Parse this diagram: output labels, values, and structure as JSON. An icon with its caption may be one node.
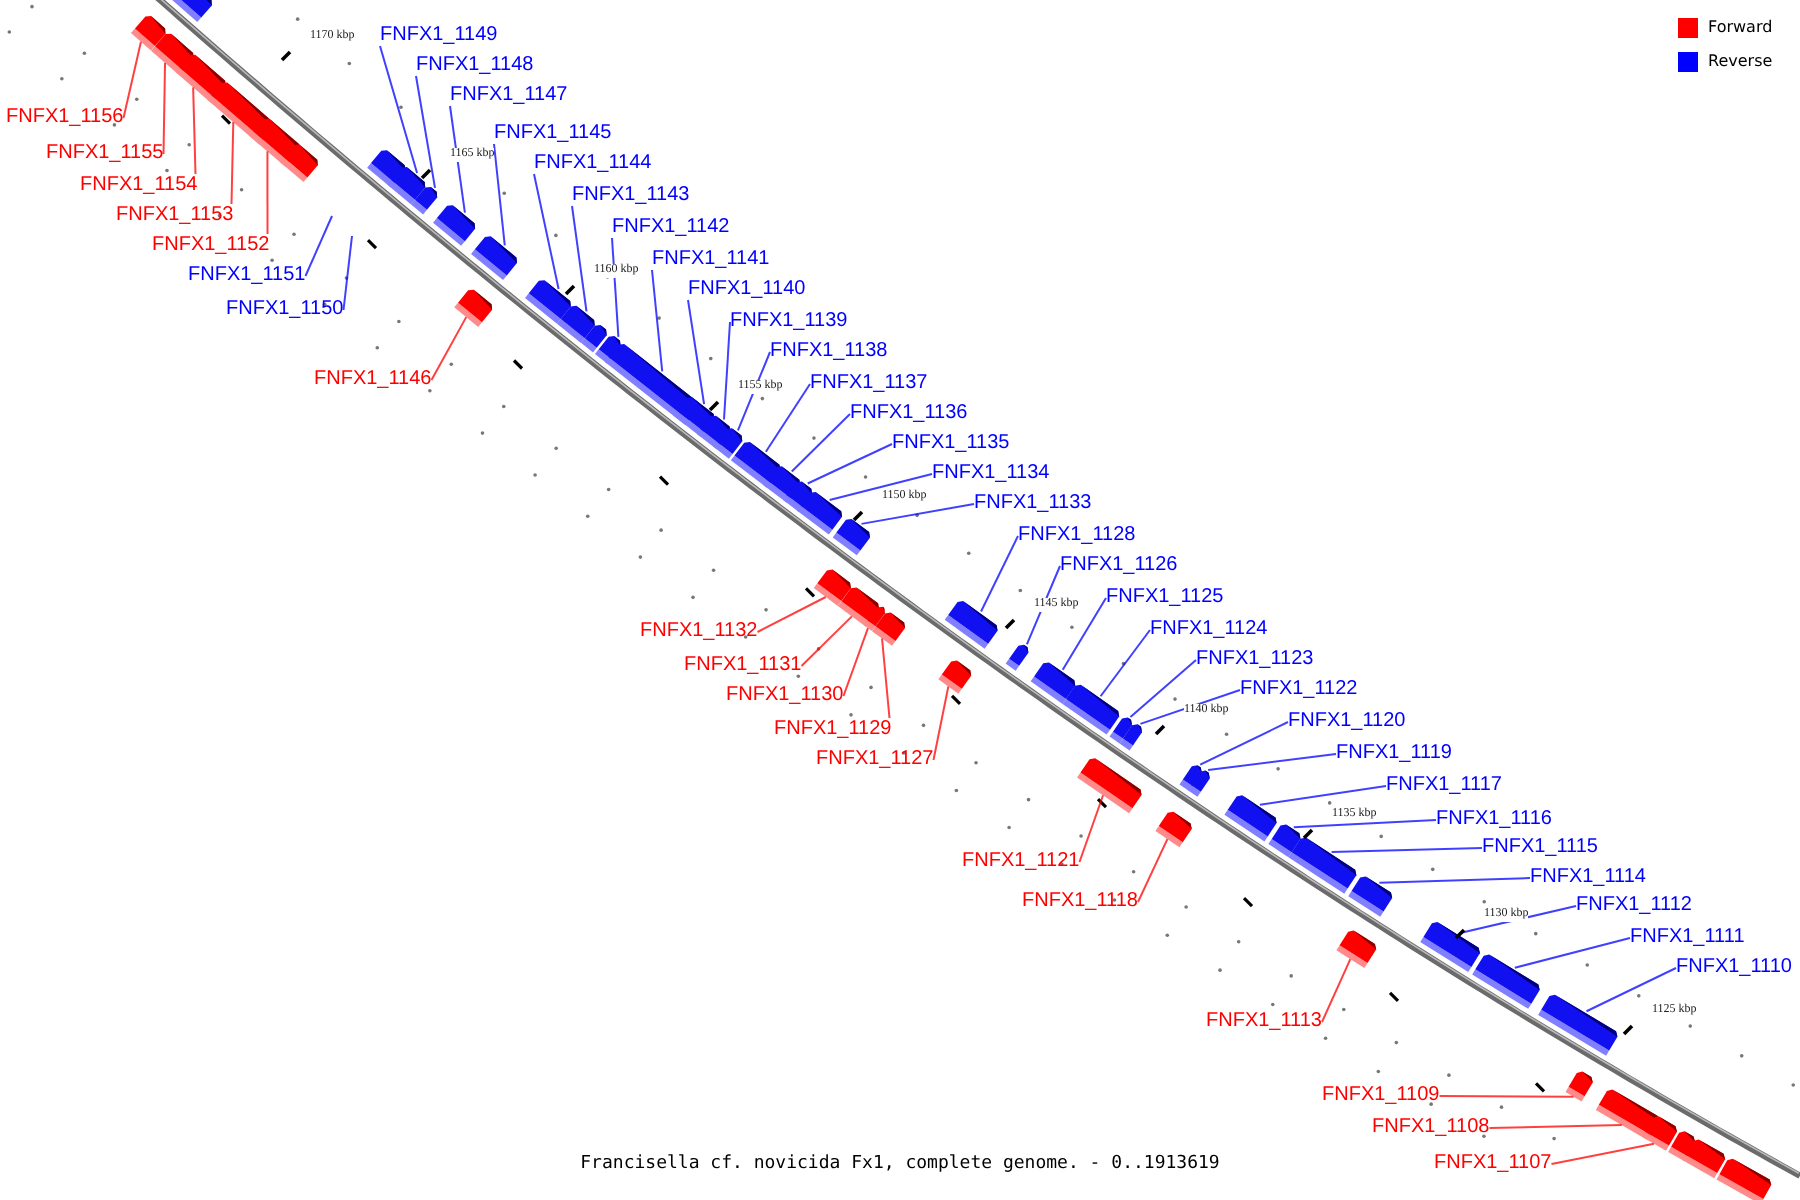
{
  "diagram": {
    "caption": "Francisella cf. novicida Fx1, complete genome. - 0..1913619",
    "nodes": [
      {
        "text": [
          "FNFX1_1149"
        ]
      },
      {
        "text": [
          "FNFX1_1148"
        ]
      },
      {
        "text": [
          "FNFX1_1147"
        ]
      },
      {
        "text": [
          "FNFX1_1156"
        ]
      },
      {
        "text": [
          "FNFX1_1145"
        ]
      },
      {
        "text": [
          "FNFX1_1155"
        ]
      },
      {
        "text": [
          "FNFX1_1144"
        ]
      },
      {
        "text": [
          "FNFX1_1154"
        ]
      },
      {
        "text": [
          "FNFX1_1143"
        ]
      },
      {
        "text": [
          "FNFX1_1153"
        ]
      },
      {
        "text": [
          "FNFX1_1142"
        ]
      },
      {
        "text": [
          "FNFX1_1152"
        ]
      },
      {
        "text": [
          "FNFX1_1141"
        ]
      },
      {
        "text": [
          "FNFX1_1151"
        ]
      },
      {
        "text": [
          "FNFX1_1140"
        ]
      },
      {
        "text": [
          "FNFX1_1150"
        ]
      },
      {
        "text": [
          "FNFX1_1139"
        ]
      },
      {
        "text": [
          "FNFX1_1138"
        ]
      },
      {
        "text": [
          "FNFX1_1146"
        ]
      },
      {
        "text": [
          "FNFX1_1137"
        ]
      },
      {
        "text": [
          "FNFX1_1136"
        ]
      },
      {
        "text": [
          "FNFX1_1135"
        ]
      },
      {
        "text": [
          "FNFX1_1134"
        ]
      },
      {
        "text": [
          "FNFX1_1133"
        ]
      },
      {
        "text": [
          "FNFX1_1128"
        ]
      },
      {
        "text": [
          "FNFX1_1126"
        ]
      },
      {
        "text": [
          "FNFX1_1125"
        ]
      },
      {
        "text": [
          "FNFX1_1124"
        ]
      },
      {
        "text": [
          "FNFX1_1132"
        ]
      },
      {
        "text": [
          "FNFX1_1123"
        ]
      },
      {
        "text": [
          "FNFX1_1131"
        ]
      },
      {
        "text": [
          "FNFX1_1122"
        ]
      },
      {
        "text": [
          "FNFX1_1130"
        ]
      },
      {
        "text": [
          "FNFX1_1120"
        ]
      },
      {
        "text": [
          "FNFX1_1129"
        ]
      },
      {
        "text": [
          "FNFX1_1119"
        ]
      },
      {
        "text": [
          "FNFX1_1127"
        ]
      },
      {
        "text": [
          "FNFX1_1117"
        ]
      },
      {
        "text": [
          "FNFX1_1116"
        ]
      },
      {
        "text": [
          "FNFX1_1115"
        ]
      },
      {
        "text": [
          "FNFX1_1121"
        ]
      },
      {
        "text": [
          "FNFX1_1114"
        ]
      },
      {
        "text": [
          "FNFX1_1118"
        ]
      },
      {
        "text": [
          "FNFX1_1112"
        ]
      },
      {
        "text": [
          "FNFX1_1111"
        ]
      },
      {
        "text": [
          "FNFX1_1110"
        ]
      },
      {
        "text": [
          "FNFX1_1113"
        ]
      },
      {
        "text": [
          "FNFX1_1109"
        ]
      },
      {
        "text": [
          "FNFX1_1108"
        ]
      },
      {
        "text": [
          "FNFX1_1107"
        ]
      },
      {
        "text": [],
        "shape": "bar"
      },
      {
        "text": [],
        "shape": "bar"
      },
      {
        "text": [],
        "shape": "bar"
      },
      {
        "text": [],
        "shape": "bar"
      },
      {
        "text": [],
        "shape": "bar"
      },
      {
        "text": [],
        "shape": "bar"
      },
      {
        "text": [],
        "shape": "bar"
      },
      {
        "text": [],
        "shape": "bar"
      },
      {
        "text": [],
        "shape": "bar"
      },
      {
        "text": [],
        "shape": "bar"
      },
      {
        "text": [],
        "shape": "bar"
      },
      {
        "text": [],
        "shape": "bar"
      },
      {
        "text": [],
        "shape": "bar"
      },
      {
        "text": [],
        "shape": "bar"
      },
      {
        "text": [],
        "shape": "bar"
      },
      {
        "text": [],
        "shape": "bar"
      },
      {
        "text": [],
        "shape": "bar"
      },
      {
        "text": [],
        "shape": "bar"
      },
      {
        "text": [],
        "shape": "bar"
      },
      {
        "text": [],
        "shape": "bar"
      },
      {
        "text": [],
        "shape": "bar"
      },
      {
        "text": [],
        "shape": "bar"
      },
      {
        "text": [],
        "shape": "bar"
      },
      {
        "text": [],
        "shape": "bar"
      },
      {
        "text": [],
        "shape": "bar"
      },
      {
        "text": [],
        "shape": "bar"
      },
      {
        "text": [],
        "shape": "bar"
      },
      {
        "text": [],
        "shape": "bar"
      },
      {
        "text": [],
        "shape": "bar"
      },
      {
        "text": [],
        "shape": "bar"
      },
      {
        "text": [],
        "shape": "bar"
      },
      {
        "text": [],
        "shape": "bar"
      },
      {
        "text": [],
        "shape": "bar"
      },
      {
        "text": [],
        "shape": "bar"
      },
      {
        "text": [],
        "shape": "bar"
      },
      {
        "text": [],
        "shape": "bar"
      },
      {
        "text": [],
        "shape": "bar"
      },
      {
        "text": [],
        "shape": "bar"
      },
      {
        "text": [],
        "shape": "bar"
      },
      {
        "text": [],
        "shape": "bar"
      },
      {
        "text": [],
        "shape": "bar"
      },
      {
        "text": [],
        "shape": "bar"
      },
      {
        "text": [],
        "shape": "bar"
      },
      {
        "text": [],
        "shape": "bar"
      },
      {
        "text": [],
        "shape": "bar"
      },
      {
        "text": [],
        "shape": "bar"
      },
      {
        "text": [],
        "shape": "bar"
      },
      {
        "text": [],
        "shape": "bar"
      },
      {
        "text": [],
        "shape": "bar"
      },
      {
        "text": [],
        "shape": "bar"
      },
      {
        "text": [],
        "shape": "bar"
      },
      {
        "text": [],
        "shape": "bar"
      },
      {
        "text": [],
        "shape": "bar"
      },
      {
        "text": [],
        "shape": "bar"
      },
      {
        "text": [],
        "shape": "bar"
      }
    ],
    "edges": [
      {
        "from": 0,
        "to": 58,
        "arrow": "none"
      },
      {
        "from": 1,
        "to": 59,
        "arrow": "none"
      },
      {
        "from": 2,
        "to": 60,
        "arrow": "none"
      },
      {
        "from": 3,
        "to": 50,
        "arrow": "none",
        "color": "#ff0000"
      },
      {
        "from": 4,
        "to": 61,
        "arrow": "none"
      },
      {
        "from": 5,
        "to": 52,
        "arrow": "none",
        "color": "#ff0000"
      },
      {
        "from": 6,
        "to": 63,
        "arrow": "none"
      },
      {
        "from": 7,
        "to": 53,
        "arrow": "none",
        "color": "#ff0000"
      },
      {
        "from": 8,
        "to": 64,
        "arrow": "none"
      },
      {
        "from": 9,
        "to": 54,
        "arrow": "none",
        "color": "#ff0000"
      },
      {
        "from": 10,
        "to": 66,
        "arrow": "none"
      },
      {
        "from": 11,
        "to": 55,
        "arrow": "none",
        "color": "#ff0000"
      },
      {
        "from": 12,
        "to": 67,
        "arrow": "none"
      },
      {
        "from": 13,
        "to": null,
        "arrow": "none"
      },
      {
        "from": 14,
        "to": 68,
        "arrow": "none"
      },
      {
        "from": 15,
        "to": null,
        "arrow": "none"
      },
      {
        "from": 16,
        "to": 69,
        "arrow": "none"
      },
      {
        "from": 17,
        "to": 70,
        "arrow": "none"
      },
      {
        "from": 18,
        "to": 62,
        "arrow": "none",
        "color": "#ff0000"
      },
      {
        "from": 19,
        "to": 71,
        "arrow": "none"
      },
      {
        "from": 20,
        "to": 72,
        "arrow": "none"
      },
      {
        "from": 21,
        "to": 73,
        "arrow": "none"
      },
      {
        "from": 22,
        "to": 74,
        "arrow": "none"
      },
      {
        "from": 23,
        "to": 75,
        "arrow": "none"
      },
      {
        "from": 24,
        "to": 80,
        "arrow": "none"
      },
      {
        "from": 25,
        "to": 82,
        "arrow": "none"
      },
      {
        "from": 26,
        "to": 83,
        "arrow": "none"
      },
      {
        "from": 27,
        "to": 84,
        "arrow": "none"
      },
      {
        "from": 28,
        "to": 76,
        "arrow": "none",
        "color": "#ff0000"
      },
      {
        "from": 29,
        "to": 85,
        "arrow": "none"
      },
      {
        "from": 30,
        "to": 77,
        "arrow": "none",
        "color": "#ff0000"
      },
      {
        "from": 31,
        "to": 86,
        "arrow": "none"
      },
      {
        "from": 32,
        "to": 78,
        "arrow": "none",
        "color": "#ff0000"
      },
      {
        "from": 33,
        "to": 88,
        "arrow": "none"
      },
      {
        "from": 34,
        "to": 79,
        "arrow": "none",
        "color": "#ff0000"
      },
      {
        "from": 35,
        "to": 89,
        "arrow": "none"
      },
      {
        "from": 36,
        "to": 81,
        "arrow": "none",
        "color": "#ff0000"
      },
      {
        "from": 37,
        "to": 91,
        "arrow": "none"
      },
      {
        "from": 38,
        "to": 92,
        "arrow": "none"
      },
      {
        "from": 39,
        "to": 93,
        "arrow": "none"
      },
      {
        "from": 40,
        "to": 87,
        "arrow": "none",
        "color": "#ff0000"
      },
      {
        "from": 41,
        "to": 94,
        "arrow": "none"
      },
      {
        "from": 42,
        "to": 90,
        "arrow": "none",
        "color": "#ff0000"
      },
      {
        "from": 43,
        "to": 96,
        "arrow": "none"
      },
      {
        "from": 44,
        "to": 97,
        "arrow": "none"
      },
      {
        "from": 45,
        "to": 98,
        "arrow": "none"
      },
      {
        "from": 46,
        "to": 95,
        "arrow": "none",
        "color": "#ff0000"
      },
      {
        "from": 47,
        "to": 99,
        "arrow": "none",
        "color": "#ff0000"
      },
      {
        "from": 48,
        "to": 100,
        "arrow": "none",
        "color": "#ff0000"
      },
      {
        "from": 49,
        "to": 101,
        "arrow": "none",
        "color": "#ff0000"
      }
    ],
    "labels": [
      "1170 kbp",
      "1165 kbp",
      "1160 kbp",
      "1155 kbp",
      "1150 kbp",
      "1145 kbp",
      "1140 kbp",
      "1135 kbp",
      "1130 kbp",
      "1125 kbp"
    ],
    "legend": [
      {
        "text": "Forward",
        "color": "#ff0000"
      },
      {
        "text": "Reverse",
        "color": "#0000ff"
      }
    ]
  }
}
